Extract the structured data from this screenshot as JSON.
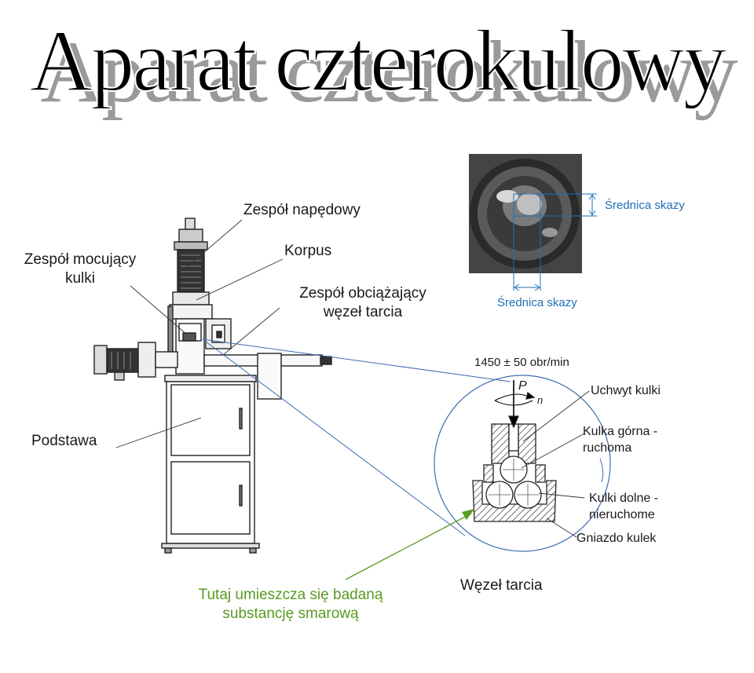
{
  "title": "Aparat czterokulowy",
  "labels": {
    "drive": "Zespół napędowy",
    "clamp": "Zespół mocujący\nkulki",
    "body": "Korpus",
    "load": "Zespół obciążający\nwęzeł tarcia",
    "base": "Podstawa",
    "speed": "1450 ± 50 obr/min",
    "holder": "Uchwyt kulki",
    "upper_ball": "Kulka górna -\nruchoma",
    "lower_balls": "Kulki dolne -\nnieruchome",
    "nest": "Gniazdo kulek",
    "friction_node": "Węzeł tarcia",
    "lubricant": "Tutaj umieszcza się badaną\nsubstancję smarową",
    "scar_right": "Średnica skazy",
    "scar_bottom": "Średnica skazy",
    "force": "P",
    "rot": "n"
  },
  "colors": {
    "blue": "#1f6fb8",
    "green": "#5a9a22"
  }
}
